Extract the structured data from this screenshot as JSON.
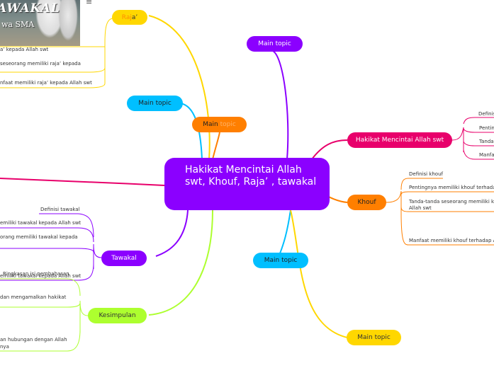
{
  "central_topic": "Hakikat Mencintai Allah swt, Khouf, Raja’ , tawakal",
  "raja": {
    "label_a": "Raj",
    "label_b": "a’",
    "items": [
      "a’ kepada Allah swt",
      "seseorang memiliki raja’ kepada",
      "nfaat memiliki raja’ kepada Allah swt"
    ]
  },
  "photo": {
    "caption_big": "AWAKAL",
    "caption_small": "wa SMA"
  },
  "menu_glyph": "≡",
  "topics": {
    "main_top": "Main topic",
    "main_left": "Main topic",
    "main_mid_a": "Main",
    "main_mid_b": "topic",
    "main_right": "Main topic",
    "main_bottom": "Main topic"
  },
  "hakikat": {
    "label": "Hakikat Mencintai Allah swt",
    "items": [
      "Definisi",
      "Pentin",
      "Tanda",
      "Manfa"
    ]
  },
  "khouf": {
    "label": "Khouf",
    "items": [
      "Definisi khouf",
      "Pentingnya memiliki khouf terhadap",
      "Tanda-tanda seseorang memiliki kh",
      "Allah swt",
      "Manfaat memiliki khouf terhadap A"
    ]
  },
  "tawakal": {
    "label": "Tawakal",
    "items": [
      "Definisi tawakal",
      "emiliki tawakal kepada Allah swt",
      "orang memiliki tawakal kepada",
      "emiliki tawakal kepada Allah swt"
    ]
  },
  "kesimpulan": {
    "label": "Kesimpulan",
    "items": [
      "Ringkasan isi pembahasan",
      "dan mengamalkan hakikat",
      "an hubungan dengan Allah",
      "nya"
    ]
  },
  "colors": {
    "purple": "#8B00FF",
    "yellow": "#FFD700",
    "cyan": "#00BFFF",
    "orange": "#FF7F00",
    "pink": "#E8006B"
  }
}
